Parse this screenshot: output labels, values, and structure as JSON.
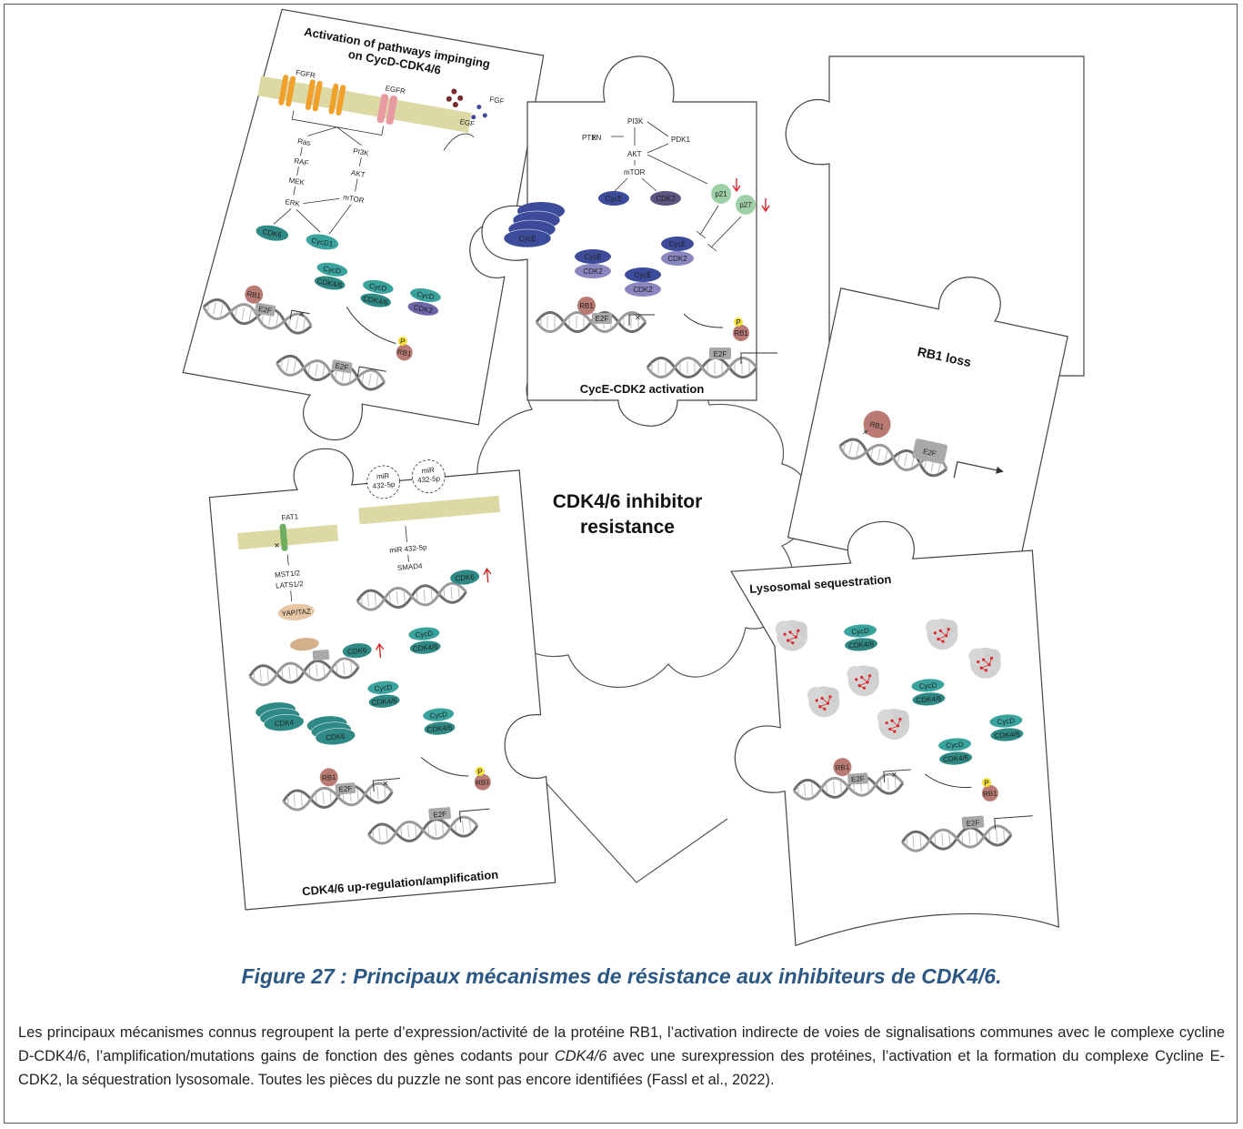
{
  "figure": {
    "center_label_line1": "CDK4/6 inhibitor",
    "center_label_line2": "resistance",
    "pieces": {
      "pathways": {
        "title_line1": "Activation of pathways impinging",
        "title_line2": "on CycD-CDK4/6",
        "labels": {
          "fgfr": "FGFR",
          "egfr": "EGFR",
          "egf": "EGF",
          "fgf": "FGF",
          "ras": "Ras",
          "raf": "RAF",
          "mek": "MEK",
          "erk": "ERK",
          "pi3k": "PI3K",
          "akt": "AKT",
          "mtor": "mTOR",
          "cdk6": "CDK6",
          "cycd1": "CycD1",
          "cycd": "CycD",
          "cdk46": "CDK4/6",
          "cdk2": "CDK2",
          "rb1": "RB1",
          "e2f": "E2F",
          "p": "P"
        }
      },
      "cyce": {
        "title": "CycE-CDK2 activation",
        "labels": {
          "pi3k": "PI3K",
          "pten": "PTEN",
          "pdk1": "PDK1",
          "akt": "AKT",
          "mtor": "mTOR",
          "cyce": "CycE",
          "cdk2": "CDK2",
          "p21": "p21",
          "p27": "p27",
          "rb1": "RB1",
          "e2f": "E2F",
          "p": "P"
        }
      },
      "rb1loss": {
        "title": "RB1 loss",
        "labels": {
          "rb1": "RB1",
          "e2f": "E2F"
        }
      },
      "upreg": {
        "title": "CDK4/6 up-regulation/amplification",
        "labels": {
          "fat1": "FAT1",
          "mst": "MST1/2",
          "lats": "LATS1/2",
          "yap": "YAP/TAZ",
          "smad": "SMAD4",
          "mir": "miR 432-5p",
          "mir_a": "miR",
          "mir_b": "432-5p",
          "cdk6": "CDK6",
          "cdk4": "CDK4",
          "cycd": "CycD",
          "cdk46": "CDK4/6",
          "rb1": "RB1",
          "e2f": "E2F",
          "p": "P"
        }
      },
      "lyso": {
        "title": "Lysosomal sequestration",
        "labels": {
          "cycd": "CycD",
          "cdk46": "CDK4/6",
          "rb1": "RB1",
          "e2f": "E2F",
          "p": "P"
        }
      }
    }
  },
  "caption": "Figure 27 : Principaux mécanismes de résistance aux inhibiteurs de CDK4/6.",
  "paragraph": {
    "part1": "Les principaux mécanismes connus regroupent la perte d’expression/activité de la protéine RB1, l’activation indirecte de voies de signalisations communes avec le complexe cycline D-CDK4/6, l’amplification/mutations gains de fonction des gènes codants pour ",
    "italic": "CDK4/6",
    "part2": " avec une surexpression des protéines, l’activation et la formation du complexe Cycline E-CDK2, la séquestration lysosomale. Toutes les pièces du puzzle ne sont pas encore identifiées (Fassl et al., 2022)."
  },
  "colors": {
    "teal": "#2f8a85",
    "purple": "#6a66a8",
    "navy": "#3d4c9a",
    "rb": "#b97a73",
    "e2f": "#a9a9a9",
    "membrane": "#dcd9a4",
    "red": "#d9262a",
    "caption": "#2a5783"
  }
}
